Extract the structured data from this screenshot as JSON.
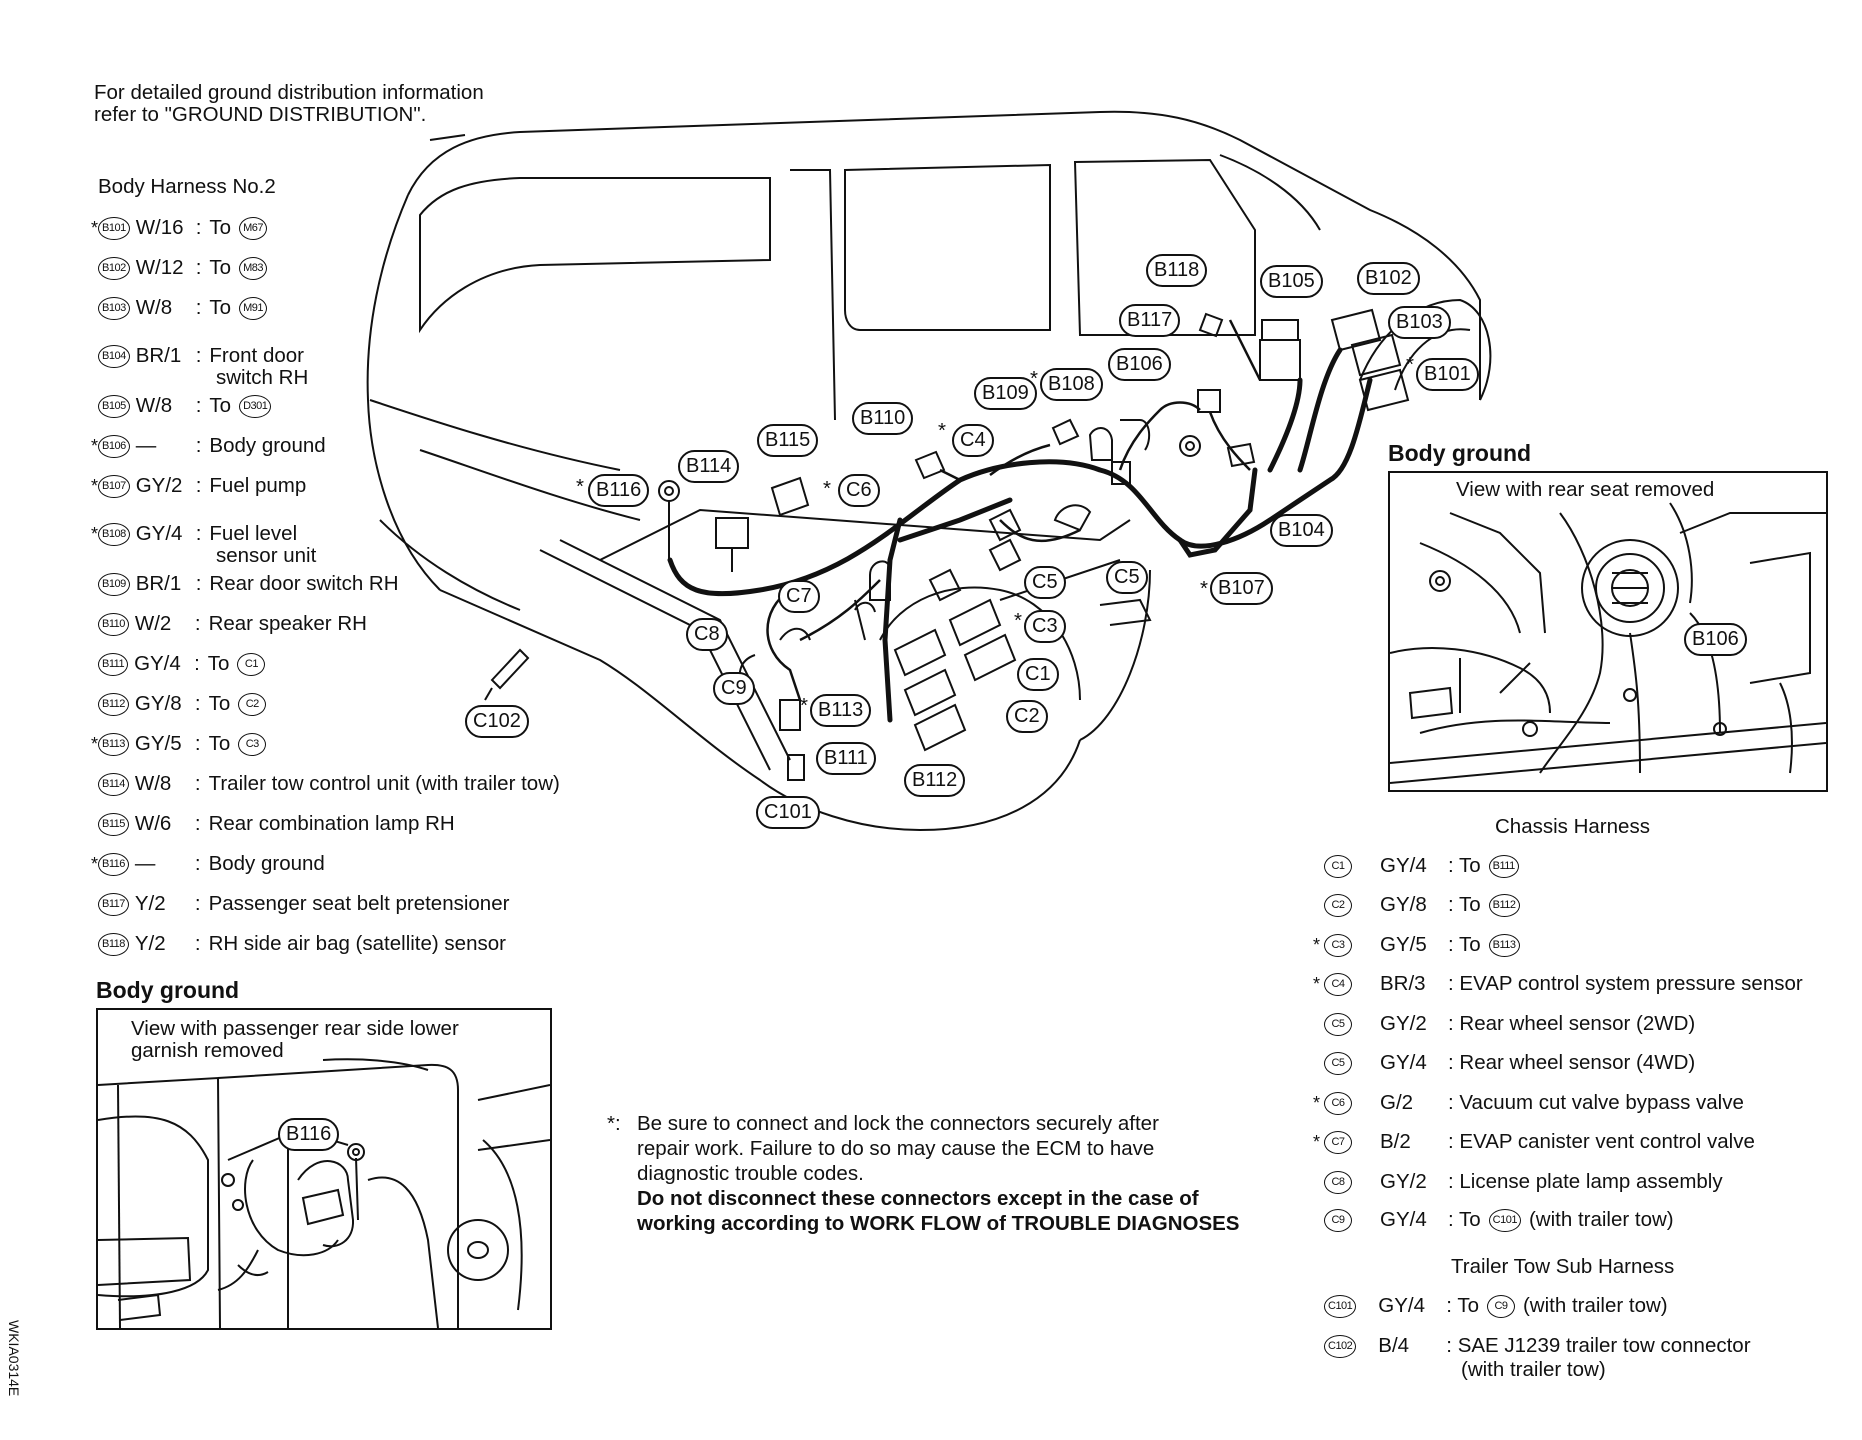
{
  "note_top": {
    "line1": "For detailed ground distribution information",
    "line2": "refer to \"GROUND DISTRIBUTION\"."
  },
  "body_harness": {
    "title": "Body Harness No.2",
    "rows": [
      {
        "star": "*",
        "id": "B101",
        "code": "W/16",
        "colon": ":",
        "desc": "To",
        "ref": "M67",
        "desc2": ""
      },
      {
        "star": "",
        "id": "B102",
        "code": "W/12",
        "colon": ":",
        "desc": "To",
        "ref": "M83",
        "desc2": ""
      },
      {
        "star": "",
        "id": "B103",
        "code": "W/8",
        "colon": ":",
        "desc": "To",
        "ref": "M91",
        "desc2": ""
      },
      {
        "star": "",
        "id": "B104",
        "code": "BR/1",
        "colon": ":",
        "desc": "Front door",
        "ref": "",
        "desc2": "switch RH"
      },
      {
        "star": "",
        "id": "B105",
        "code": "W/8",
        "colon": ":",
        "desc": "To",
        "ref": "D301",
        "desc2": ""
      },
      {
        "star": "*",
        "id": "B106",
        "code": "—",
        "colon": ":",
        "desc": "Body ground",
        "ref": "",
        "desc2": ""
      },
      {
        "star": "*",
        "id": "B107",
        "code": "GY/2",
        "colon": ":",
        "desc": "Fuel pump",
        "ref": "",
        "desc2": ""
      },
      {
        "star": "*",
        "id": "B108",
        "code": "GY/4",
        "colon": ":",
        "desc": "Fuel level",
        "ref": "",
        "desc2": "sensor unit"
      },
      {
        "star": "",
        "id": "B109",
        "code": "BR/1",
        "colon": ":",
        "desc": "Rear door switch RH",
        "ref": "",
        "desc2": ""
      },
      {
        "star": "",
        "id": "B110",
        "code": "W/2",
        "colon": ":",
        "desc": "Rear speaker RH",
        "ref": "",
        "desc2": ""
      },
      {
        "star": "",
        "id": "B111",
        "code": "GY/4",
        "colon": ":",
        "desc": "To",
        "ref": "C1",
        "desc2": ""
      },
      {
        "star": "",
        "id": "B112",
        "code": "GY/8",
        "colon": ":",
        "desc": "To",
        "ref": "C2",
        "desc2": ""
      },
      {
        "star": "*",
        "id": "B113",
        "code": "GY/5",
        "colon": ":",
        "desc": "To",
        "ref": "C3",
        "desc2": ""
      },
      {
        "star": "",
        "id": "B114",
        "code": "W/8",
        "colon": ":",
        "desc": "Trailer tow control unit (with trailer tow)",
        "ref": "",
        "desc2": ""
      },
      {
        "star": "",
        "id": "B115",
        "code": "W/6",
        "colon": ":",
        "desc": "Rear combination lamp RH",
        "ref": "",
        "desc2": ""
      },
      {
        "star": "*",
        "id": "B116",
        "code": "—",
        "colon": ":",
        "desc": "Body ground",
        "ref": "",
        "desc2": ""
      },
      {
        "star": "",
        "id": "B117",
        "code": "Y/2",
        "colon": ":",
        "desc": "Passenger seat belt pretensioner",
        "ref": "",
        "desc2": ""
      },
      {
        "star": "",
        "id": "B118",
        "code": "Y/2",
        "colon": ":",
        "desc": "RH side air bag (satellite) sensor",
        "ref": "",
        "desc2": ""
      }
    ]
  },
  "body_ground_left": {
    "title": "Body ground",
    "caption1": "View with passenger rear side lower",
    "caption2": "garnish removed",
    "callout": "B116"
  },
  "body_ground_right": {
    "title": "Body ground",
    "caption": "View with rear seat removed",
    "callout": "B106"
  },
  "footnote": {
    "star": "*:",
    "line1": "Be sure to connect and lock the connectors securely after",
    "line2": "repair work. Failure to do so may cause the ECM to have",
    "line3": "diagnostic trouble codes.",
    "line4": "Do not disconnect these connectors except in the case of",
    "line5": "working according to WORK FLOW of TROUBLE DIAGNOSES"
  },
  "chassis_harness": {
    "title": "Chassis Harness",
    "rows": [
      {
        "star": "",
        "id": "C1",
        "code": "GY/4",
        "desc": ": To",
        "ref": "B111",
        "tail": ""
      },
      {
        "star": "",
        "id": "C2",
        "code": "GY/8",
        "desc": ": To",
        "ref": "B112",
        "tail": ""
      },
      {
        "star": "*",
        "id": "C3",
        "code": "GY/5",
        "desc": ": To",
        "ref": "B113",
        "tail": ""
      },
      {
        "star": "*",
        "id": "C4",
        "code": "BR/3",
        "desc": ": EVAP control system pressure sensor",
        "ref": "",
        "tail": ""
      },
      {
        "star": "",
        "id": "C5",
        "code": "GY/2",
        "desc": ": Rear wheel sensor (2WD)",
        "ref": "",
        "tail": ""
      },
      {
        "star": "",
        "id": "C5",
        "code": "GY/4",
        "desc": ": Rear wheel sensor (4WD)",
        "ref": "",
        "tail": ""
      },
      {
        "star": "*",
        "id": "C6",
        "code": "G/2",
        "desc": ": Vacuum cut valve bypass valve",
        "ref": "",
        "tail": ""
      },
      {
        "star": "*",
        "id": "C7",
        "code": "B/2",
        "desc": ": EVAP canister vent control valve",
        "ref": "",
        "tail": ""
      },
      {
        "star": "",
        "id": "C8",
        "code": "GY/2",
        "desc": ": License plate lamp assembly",
        "ref": "",
        "tail": ""
      },
      {
        "star": "",
        "id": "C9",
        "code": "GY/4",
        "desc": ": To",
        "ref": "C101",
        "tail": "(with trailer tow)"
      }
    ]
  },
  "trailer_harness": {
    "title": "Trailer Tow Sub Harness",
    "rows": [
      {
        "id": "C101",
        "code": "GY/4",
        "desc": ": To",
        "ref": "C9",
        "tail": "(with trailer tow)",
        "desc2": ""
      },
      {
        "id": "C102",
        "code": "B/4",
        "desc": ": SAE J1239 trailer tow connector",
        "ref": "",
        "tail": "",
        "desc2": "(with trailer tow)"
      }
    ]
  },
  "diagram_callouts": {
    "B118": "B118",
    "B105": "B105",
    "B102": "B102",
    "B117": "B117",
    "B103": "B103",
    "B106": "B106",
    "B101": "B101",
    "B109": "B109",
    "B108": "B108",
    "B110": "B110",
    "B115": "B115",
    "C4": "C4",
    "B114": "B114",
    "B116": "B116",
    "C6": "C6",
    "B104": "B104",
    "C5a": "C5",
    "C5b": "C5",
    "B107": "B107",
    "C7": "C7",
    "C3": "C3",
    "C8": "C8",
    "C1": "C1",
    "C9": "C9",
    "B113": "B113",
    "C2": "C2",
    "C102": "C102",
    "B111": "B111",
    "B112": "B112",
    "C101": "C101"
  },
  "figure_id": "WKIA0314E"
}
